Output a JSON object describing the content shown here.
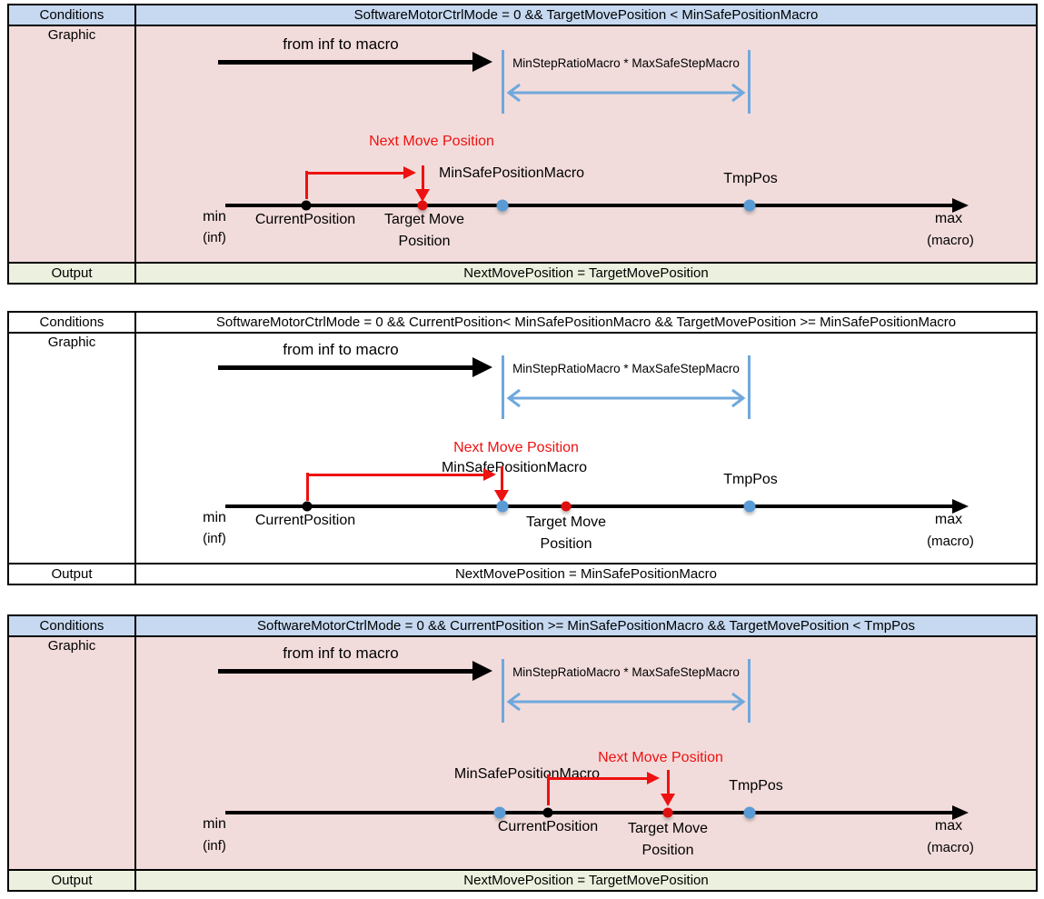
{
  "colors": {
    "conditions_bg": "#c6d9f1",
    "graphic_bg": "#f2dcdb",
    "output_bg": "#ebf1de",
    "plain_bg": "#ffffff",
    "arrow_blue": "#6fa8dc",
    "dot_blue": "#5b9bd5",
    "red": "#ee1111",
    "black": "#000000"
  },
  "panels": [
    {
      "rows": {
        "conditions": "Conditions",
        "graphic": "Graphic",
        "output": "Output"
      },
      "condition": "SoftwareMotorCtrlMode = 0 && TargetMovePosition < MinSafePositionMacro",
      "output": "NextMovePosition = TargetMovePosition",
      "graphic": {
        "sweep_label": "from inf to macro",
        "step_range_label": "MinStepRatioMacro * MaxSafeStepMacro",
        "next_move_label": "Next Move Position",
        "min_label": "min",
        "min_sub_label": "(inf)",
        "max_label": "max",
        "max_sub_label": "(macro)",
        "current_position_label": "CurrentPosition",
        "target_move_line1": "Target Move",
        "target_move_line2": "Position",
        "min_safe_position_label": "MinSafePositionMacro",
        "tmp_pos_label": "TmpPos"
      }
    },
    {
      "rows": {
        "conditions": "Conditions",
        "graphic": "Graphic",
        "output": "Output"
      },
      "condition": "SoftwareMotorCtrlMode = 0 && CurrentPosition< MinSafePositionMacro && TargetMovePosition >= MinSafePositionMacro",
      "output": "NextMovePosition = MinSafePositionMacro",
      "graphic": {
        "sweep_label": "from inf to macro",
        "step_range_label": "MinStepRatioMacro * MaxSafeStepMacro",
        "next_move_label": "Next Move Position",
        "min_label": "min",
        "min_sub_label": "(inf)",
        "max_label": "max",
        "max_sub_label": "(macro)",
        "current_position_label": "CurrentPosition",
        "target_move_line1": "Target Move",
        "target_move_line2": "Position",
        "min_safe_position_label": "MinSafePositionMacro",
        "tmp_pos_label": "TmpPos"
      }
    },
    {
      "rows": {
        "conditions": "Conditions",
        "graphic": "Graphic",
        "output": "Output"
      },
      "condition": "SoftwareMotorCtrlMode = 0 && CurrentPosition >= MinSafePositionMacro && TargetMovePosition < TmpPos",
      "output": "NextMovePosition = TargetMovePosition",
      "graphic": {
        "sweep_label": "from inf to macro",
        "step_range_label": "MinStepRatioMacro * MaxSafeStepMacro",
        "next_move_label": "Next Move Position",
        "min_label": "min",
        "min_sub_label": "(inf)",
        "max_label": "max",
        "max_sub_label": "(macro)",
        "current_position_label": "CurrentPosition",
        "target_move_line1": "Target Move",
        "target_move_line2": "Position",
        "min_safe_position_label": "MinSafePositionMacro",
        "tmp_pos_label": "TmpPos"
      }
    }
  ]
}
